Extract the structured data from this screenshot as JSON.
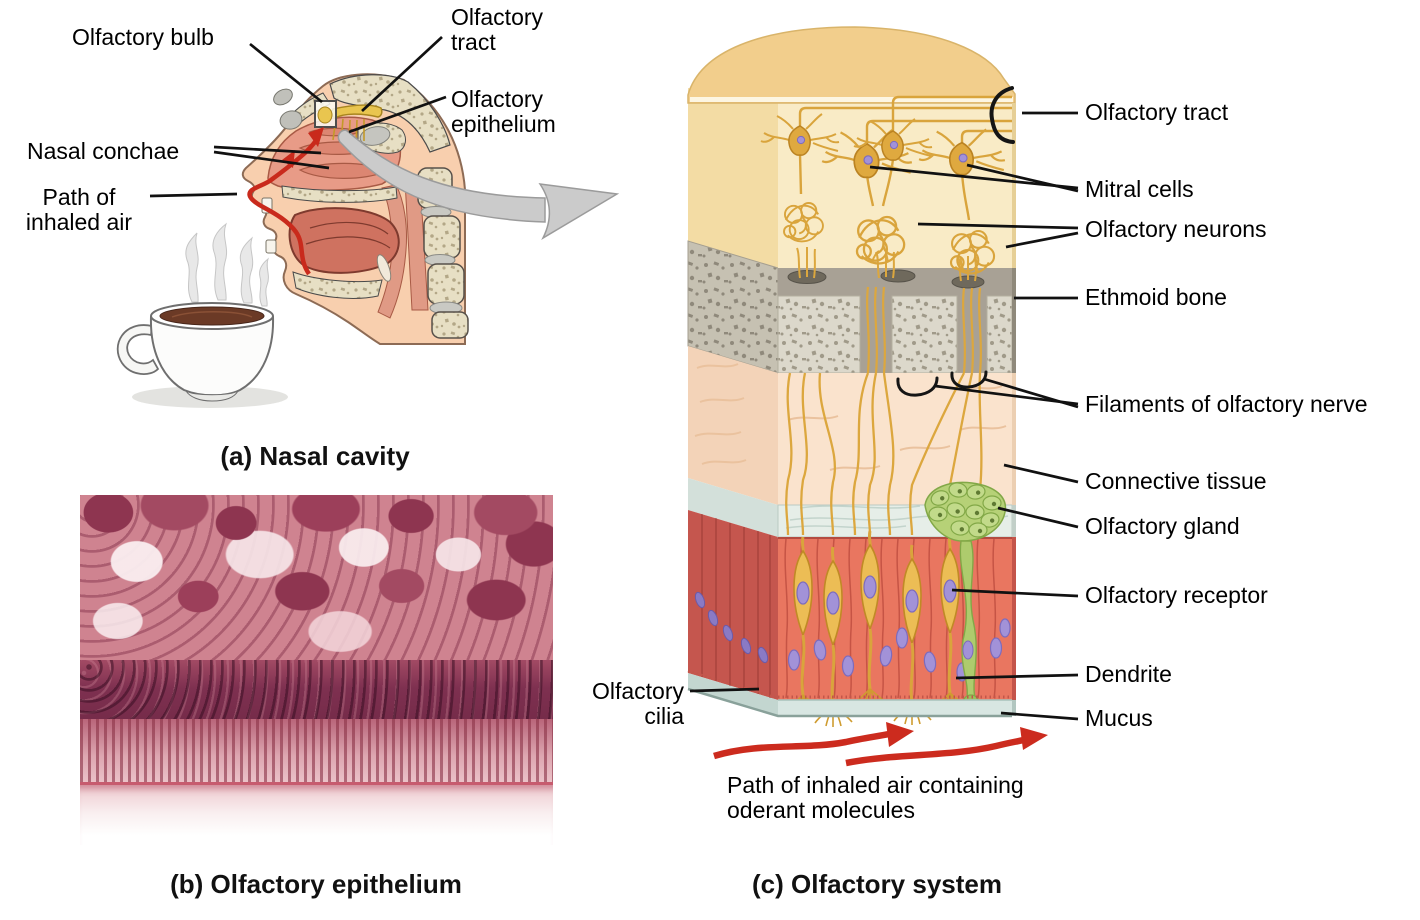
{
  "figure": {
    "panels": {
      "a": {
        "caption": "(a) Nasal cavity",
        "labels": {
          "olfactory_bulb": "Olfactory bulb",
          "olfactory_tract": "Olfactory tract",
          "olfactory_epithelium": "Olfactory epithelium",
          "nasal_conchae": "Nasal conchae",
          "path_of_inhaled_air": "Path of inhaled air"
        }
      },
      "b": {
        "caption": "(b) Olfactory epithelium"
      },
      "c": {
        "caption": "(c) Olfactory system",
        "labels": {
          "olfactory_tract": "Olfactory tract",
          "mitral_cells": "Mitral cells",
          "olfactory_neurons": "Olfactory neurons",
          "ethmoid_bone": "Ethmoid bone",
          "filaments_of_olfactory_nerve": "Filaments of olfactory nerve",
          "connective_tissue": "Connective tissue",
          "olfactory_gland": "Olfactory gland",
          "olfactory_receptor": "Olfactory receptor",
          "dendrite": "Dendrite",
          "mucus": "Mucus",
          "olfactory_cilia": "Olfactory cilia",
          "air_path": "Path of inhaled air containing oderant molecules"
        }
      }
    },
    "colors": {
      "nerve_yellow": "#d9a43c",
      "bulb_cream": "#f9ebc6",
      "bone_gray": "#dcd8cb",
      "connective_peach": "#fae3cd",
      "epithelium_red": "#e97660",
      "mucus_blue": "#d8e6e2",
      "gland_green": "#b6d177",
      "nucleus_purple": "#a292d8",
      "air_arrow_red": "#cc2b1e"
    }
  }
}
